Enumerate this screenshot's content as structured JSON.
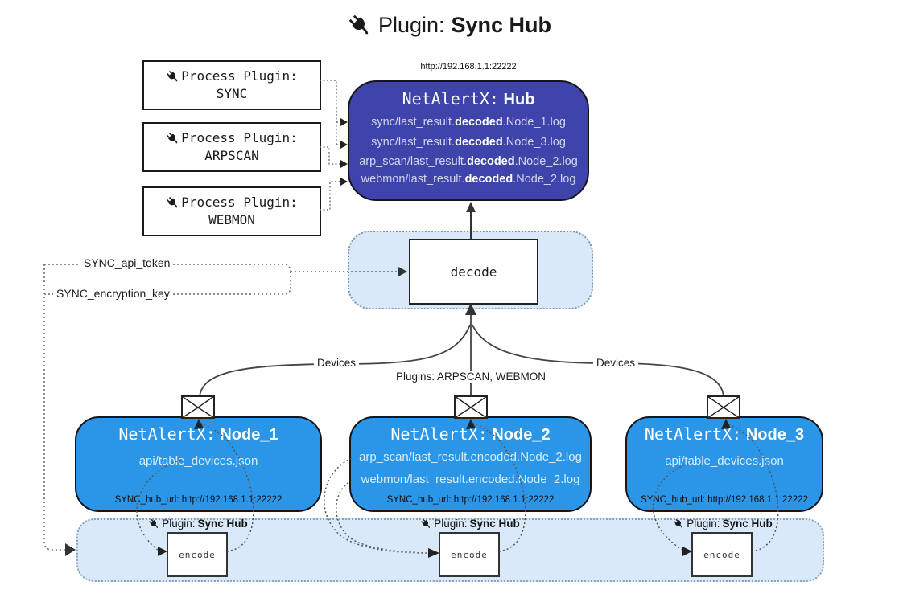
{
  "title": {
    "prefix": "Plugin:",
    "name": "Sync Hub"
  },
  "process_plugins": [
    {
      "label": "Process Plugin:",
      "name": "SYNC"
    },
    {
      "label": "Process Plugin:",
      "name": "ARPSCAN"
    },
    {
      "label": "Process Plugin:",
      "name": "WEBMON"
    }
  ],
  "hub": {
    "url": "http://192.168.1.1:22222",
    "title_prefix": "NetAlertX:",
    "title_name": "Hub",
    "files": [
      {
        "pre": "sync/last_result.",
        "bold": "decoded",
        "post": ".Node_1.log"
      },
      {
        "pre": "sync/last_result.",
        "bold": "decoded",
        "post": ".Node_3.log"
      },
      {
        "pre": "arp_scan/last_result.",
        "bold": "decoded",
        "post": ".Node_2.log"
      },
      {
        "pre": "webmon/last_result.",
        "bold": "decoded",
        "post": ".Node_2.log"
      }
    ]
  },
  "decode": {
    "label": "decode"
  },
  "tokens": {
    "api_token": "SYNC_api_token",
    "encryption_key": "SYNC_encryption_key"
  },
  "edges": {
    "devices_left": "Devices",
    "plugins_center": "Plugins: ARPSCAN, WEBMON",
    "devices_right": "Devices"
  },
  "nodes": [
    {
      "title_prefix": "NetAlertX:",
      "title_name": "Node_1",
      "files": [
        "api/table_devices.json"
      ],
      "hub_url": "SYNC_hub_url: http://192.168.1.1:22222"
    },
    {
      "title_prefix": "NetAlertX:",
      "title_name": "Node_2",
      "files": [
        "arp_scan/last_result.encoded.Node_2.log",
        "webmon/last_result.encoded.Node_2.log"
      ],
      "hub_url": "SYNC_hub_url: http://192.168.1.1:22222"
    },
    {
      "title_prefix": "NetAlertX:",
      "title_name": "Node_3",
      "files": [
        "api/table_devices.json"
      ],
      "hub_url": "SYNC_hub_url: http://192.168.1.1:22222"
    }
  ],
  "encode_sections": [
    {
      "label_prefix": "Plugin:",
      "label_name": "Sync Hub",
      "box_label": "encode"
    },
    {
      "label_prefix": "Plugin:",
      "label_name": "Sync Hub",
      "box_label": "encode"
    },
    {
      "label_prefix": "Plugin:",
      "label_name": "Sync Hub",
      "box_label": "encode"
    }
  ],
  "colors": {
    "hub_bg": "#3e44a9",
    "node_bg": "#2b96e8",
    "band_bg": "#d9e9fa"
  }
}
